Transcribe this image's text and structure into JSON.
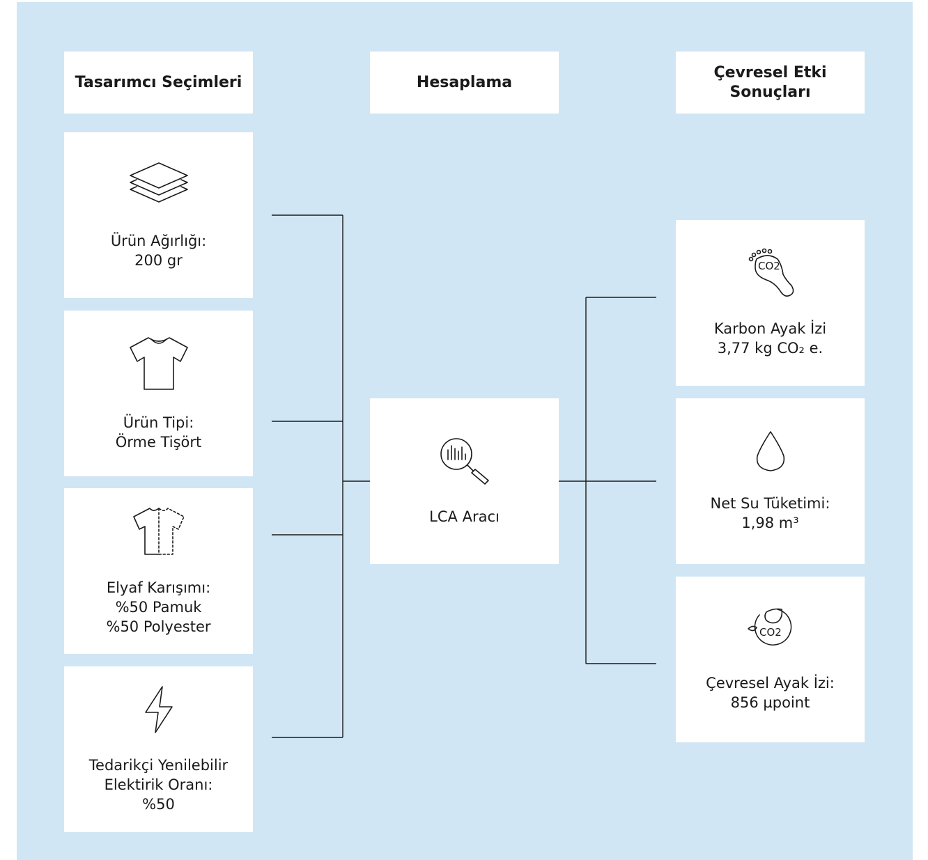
{
  "headers": {
    "left": "Tasarımcı Seçimleri",
    "middle": "Hesaplama",
    "right_line1": "Çevresel Etki",
    "right_line2": "Sonuçları"
  },
  "inputs": [
    {
      "icon": "layers-icon",
      "line1": "Ürün Ağırlığı:",
      "line2": "200 gr",
      "line3": ""
    },
    {
      "icon": "tshirt-icon",
      "line1": "Ürün Tipi:",
      "line2": "Örme Tişört",
      "line3": ""
    },
    {
      "icon": "fiber-blend-tshirt-icon",
      "line1": "Elyaf Karışımı:",
      "line2": "%50 Pamuk",
      "line3": "%50 Polyester"
    },
    {
      "icon": "lightning-icon",
      "line1": "Tedarikçi Yenilebilir",
      "line2": "Elektirik Oranı:",
      "line3": "%50"
    }
  ],
  "tool": {
    "icon": "magnifier-chart-icon",
    "label": "LCA Aracı"
  },
  "outputs": [
    {
      "icon": "co2-footprint-icon",
      "line1": "Karbon Ayak İzi",
      "line2": "3,77 kg CO₂ e.",
      "icon_text": "CO2"
    },
    {
      "icon": "water-drop-icon",
      "line1": "Net Su Tüketimi:",
      "line2": "1,98 m³"
    },
    {
      "icon": "co2-leaf-icon",
      "line1": "Çevresel Ayak İzi:",
      "line2": "856 µpoint",
      "icon_text": "CO2"
    }
  ]
}
